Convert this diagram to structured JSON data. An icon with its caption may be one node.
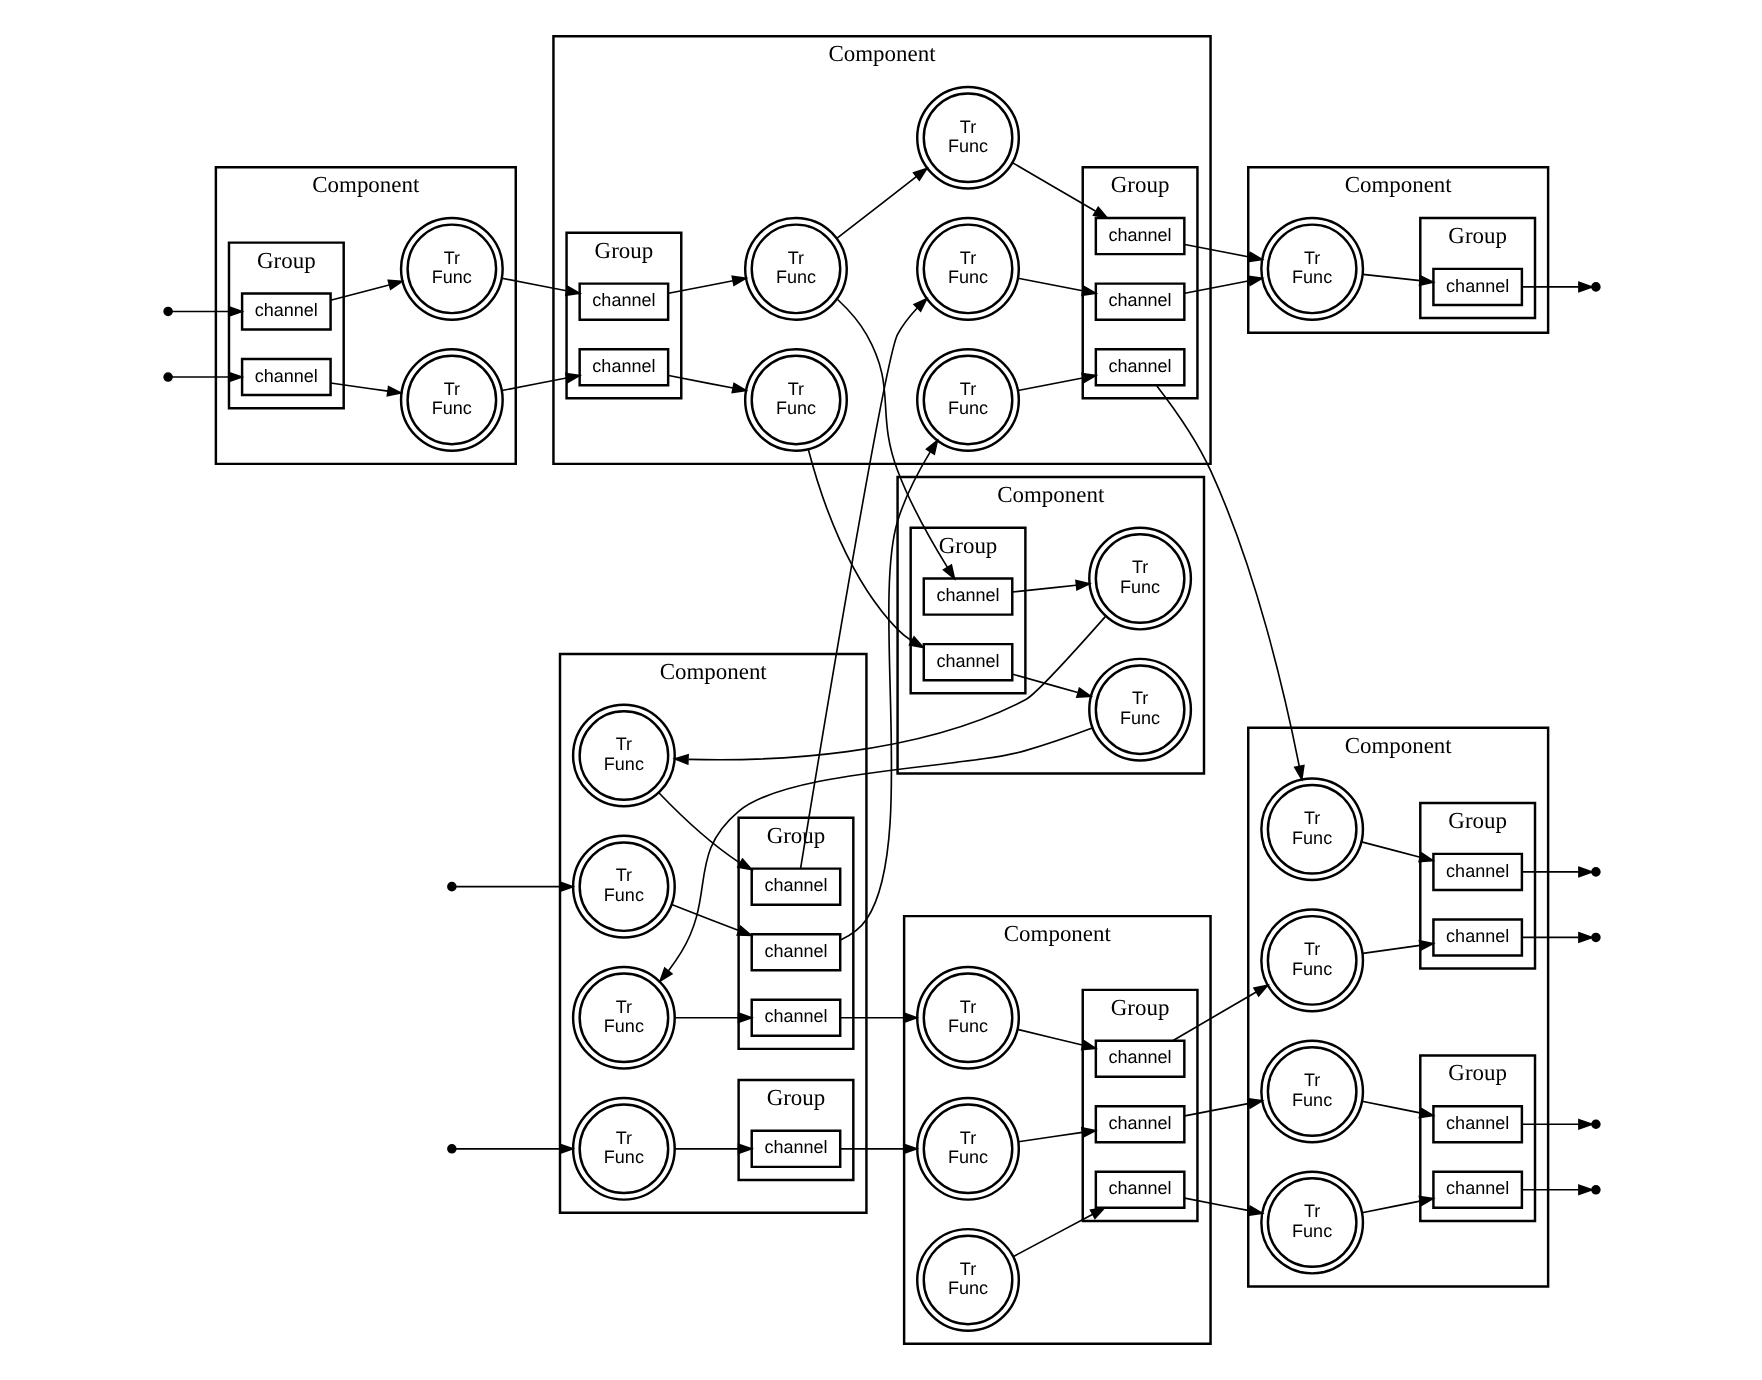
{
  "diagram": {
    "nodes": [
      {
        "text": [
          "Component"
        ]
      },
      {
        "text": [
          "Tr Func"
        ],
        "in": 0
      },
      {
        "text": [
          "Group"
        ],
        "in": 0
      },
      {
        "text": [
          "channel"
        ],
        "in": 2
      },
      {
        "text": [
          "Tr Func"
        ],
        "in": 0
      },
      {
        "text": [
          "Tr Func"
        ],
        "in": 0
      },
      {
        "text": [
          "Tr Func"
        ],
        "in": 0
      },
      {
        "text": [
          "Group"
        ],
        "in": 0
      },
      {
        "text": [
          "channel"
        ],
        "in": 7
      },
      {
        "text": [
          "channel"
        ],
        "in": 7
      },
      {
        "text": [
          "channel"
        ],
        "in": 7
      },
      {
        "text": [
          "Component"
        ]
      },
      {
        "text": [
          "Tr Func"
        ],
        "in": 11
      },
      {
        "text": [
          "Tr Func"
        ],
        "in": 11
      },
      {
        "text": [
          "Tr Func"
        ],
        "in": 11
      },
      {
        "text": [
          "Group"
        ],
        "in": 11
      },
      {
        "text": [
          "channel"
        ],
        "in": 15
      },
      {
        "text": [
          "channel"
        ],
        "in": 15
      },
      {
        "text": [
          "channel"
        ],
        "in": 15
      },
      {
        "text": [
          "Component"
        ]
      },
      {
        "text": [
          "Tr Func"
        ],
        "in": 19
      },
      {
        "text": [
          "Tr Func"
        ],
        "in": 19
      },
      {
        "text": [
          "Group"
        ],
        "in": 19
      },
      {
        "text": [
          "channel"
        ],
        "in": 22
      },
      {
        "text": [
          "channel"
        ],
        "in": 22
      },
      {
        "text": [
          "Tr Func"
        ],
        "in": 19
      },
      {
        "text": [
          "Tr Func"
        ],
        "in": 19
      },
      {
        "text": [
          "Group"
        ],
        "in": 19
      },
      {
        "text": [
          "channel"
        ],
        "in": 27
      },
      {
        "text": [
          "channel"
        ],
        "in": 27
      },
      {
        "text": [
          "Component"
        ]
      },
      {
        "text": [
          "Tr Func"
        ],
        "in": 30
      },
      {
        "text": [
          "Tr Func"
        ],
        "in": 30
      },
      {
        "text": [
          "Group"
        ],
        "in": 30
      },
      {
        "text": [
          "channel"
        ],
        "in": 33
      },
      {
        "text": [
          "channel"
        ],
        "in": 33
      },
      {
        "text": [
          "Component"
        ]
      },
      {
        "text": [
          "Tr Func"
        ],
        "in": 36
      },
      {
        "text": [
          "Tr Func"
        ],
        "in": 36
      },
      {
        "text": [
          "Tr Func"
        ],
        "in": 36
      },
      {
        "text": [
          "Group"
        ],
        "in": 36
      },
      {
        "text": [
          "channel"
        ],
        "in": 40
      },
      {
        "text": [
          "channel"
        ],
        "in": 40
      },
      {
        "text": [
          "channel"
        ],
        "in": 40
      },
      {
        "text": [
          "Tr Func"
        ],
        "in": 36
      },
      {
        "text": [
          "Tr Func"
        ],
        "in": 36
      },
      {
        "text": [
          "Group"
        ],
        "in": 36
      },
      {
        "text": [
          "channel"
        ],
        "in": 46
      },
      {
        "text": [
          "channel"
        ],
        "in": 46
      },
      {
        "text": [
          "Component"
        ]
      },
      {
        "text": [
          "Tr Func"
        ],
        "in": 49
      },
      {
        "text": [
          "Group"
        ],
        "in": 49
      },
      {
        "text": [
          "channel"
        ],
        "in": 51
      },
      {
        "text": [
          "Component"
        ]
      },
      {
        "text": [
          "Tr Func"
        ],
        "in": 53
      },
      {
        "text": [
          "Tr Func"
        ],
        "in": 53
      },
      {
        "text": [
          "Group"
        ],
        "in": 53
      },
      {
        "text": [
          "channel"
        ],
        "in": 56
      },
      {
        "text": [
          "channel"
        ],
        "in": 56
      }
    ],
    "edges": [
      {
        "from": null,
        "to": 1,
        "arrow": "to"
      },
      {
        "from": 1,
        "to": 3,
        "arrow": "to"
      },
      {
        "from": null,
        "to": 5,
        "arrow": "to"
      },
      {
        "from": 4,
        "to": 8,
        "arrow": "to"
      },
      {
        "from": 5,
        "to": 9,
        "arrow": "to"
      },
      {
        "from": 6,
        "to": 10,
        "arrow": "to"
      },
      {
        "from": 3,
        "to": 12,
        "arrow": "to"
      },
      {
        "from": 8,
        "to": 13,
        "arrow": "to"
      },
      {
        "from": 9,
        "to": 37,
        "arrow": "to"
      },
      {
        "from": 10,
        "to": 38,
        "arrow": "to"
      },
      {
        "from": 12,
        "to": 16,
        "arrow": "to"
      },
      {
        "from": 13,
        "to": 17,
        "arrow": "to"
      },
      {
        "from": 14,
        "to": 18,
        "arrow": "to"
      },
      {
        "from": 16,
        "to": 21,
        "arrow": "to"
      },
      {
        "from": 17,
        "to": 25,
        "arrow": "to"
      },
      {
        "from": 18,
        "to": 20,
        "arrow": "to"
      },
      {
        "from": 41,
        "to": 26,
        "arrow": "to"
      },
      {
        "from": 20,
        "to": 23,
        "arrow": "to"
      },
      {
        "from": 21,
        "to": 24,
        "arrow": "to"
      },
      {
        "from": 25,
        "to": 28,
        "arrow": "to"
      },
      {
        "from": 26,
        "to": 29,
        "arrow": "to"
      },
      {
        "from": 23,
        "to": null,
        "arrow": "to"
      },
      {
        "from": 24,
        "to": null,
        "arrow": "to"
      },
      {
        "from": 28,
        "to": null,
        "arrow": "to"
      },
      {
        "from": 29,
        "to": null,
        "arrow": "to"
      },
      {
        "from": 37,
        "to": 41,
        "arrow": "to"
      },
      {
        "from": 38,
        "to": 42,
        "arrow": "to"
      },
      {
        "from": 39,
        "to": 43,
        "arrow": "to"
      },
      {
        "from": 42,
        "to": 50,
        "arrow": "to"
      },
      {
        "from": 43,
        "to": 50,
        "arrow": "to"
      },
      {
        "from": 50,
        "to": 52,
        "arrow": "to"
      },
      {
        "from": 52,
        "to": null,
        "arrow": "to"
      },
      {
        "from": null,
        "to": 57,
        "arrow": "to"
      },
      {
        "from": null,
        "to": 58,
        "arrow": "to"
      },
      {
        "from": 57,
        "to": 54,
        "arrow": "to"
      },
      {
        "from": 58,
        "to": 55,
        "arrow": "to"
      },
      {
        "from": 54,
        "to": 47,
        "arrow": "to"
      },
      {
        "from": 55,
        "to": 48,
        "arrow": "to"
      },
      {
        "from": 47,
        "to": 44,
        "arrow": "to"
      },
      {
        "from": 48,
        "to": 45,
        "arrow": "to"
      },
      {
        "from": 44,
        "to": 39,
        "arrow": "to"
      },
      {
        "from": 44,
        "to": 35,
        "arrow": "to"
      },
      {
        "from": 45,
        "to": 34,
        "arrow": "to"
      },
      {
        "from": 34,
        "to": 31,
        "arrow": "to"
      },
      {
        "from": 35,
        "to": 32,
        "arrow": "to"
      },
      {
        "from": 31,
        "to": 4,
        "arrow": "to"
      },
      {
        "from": 32,
        "to": 6,
        "arrow": "to"
      }
    ]
  }
}
